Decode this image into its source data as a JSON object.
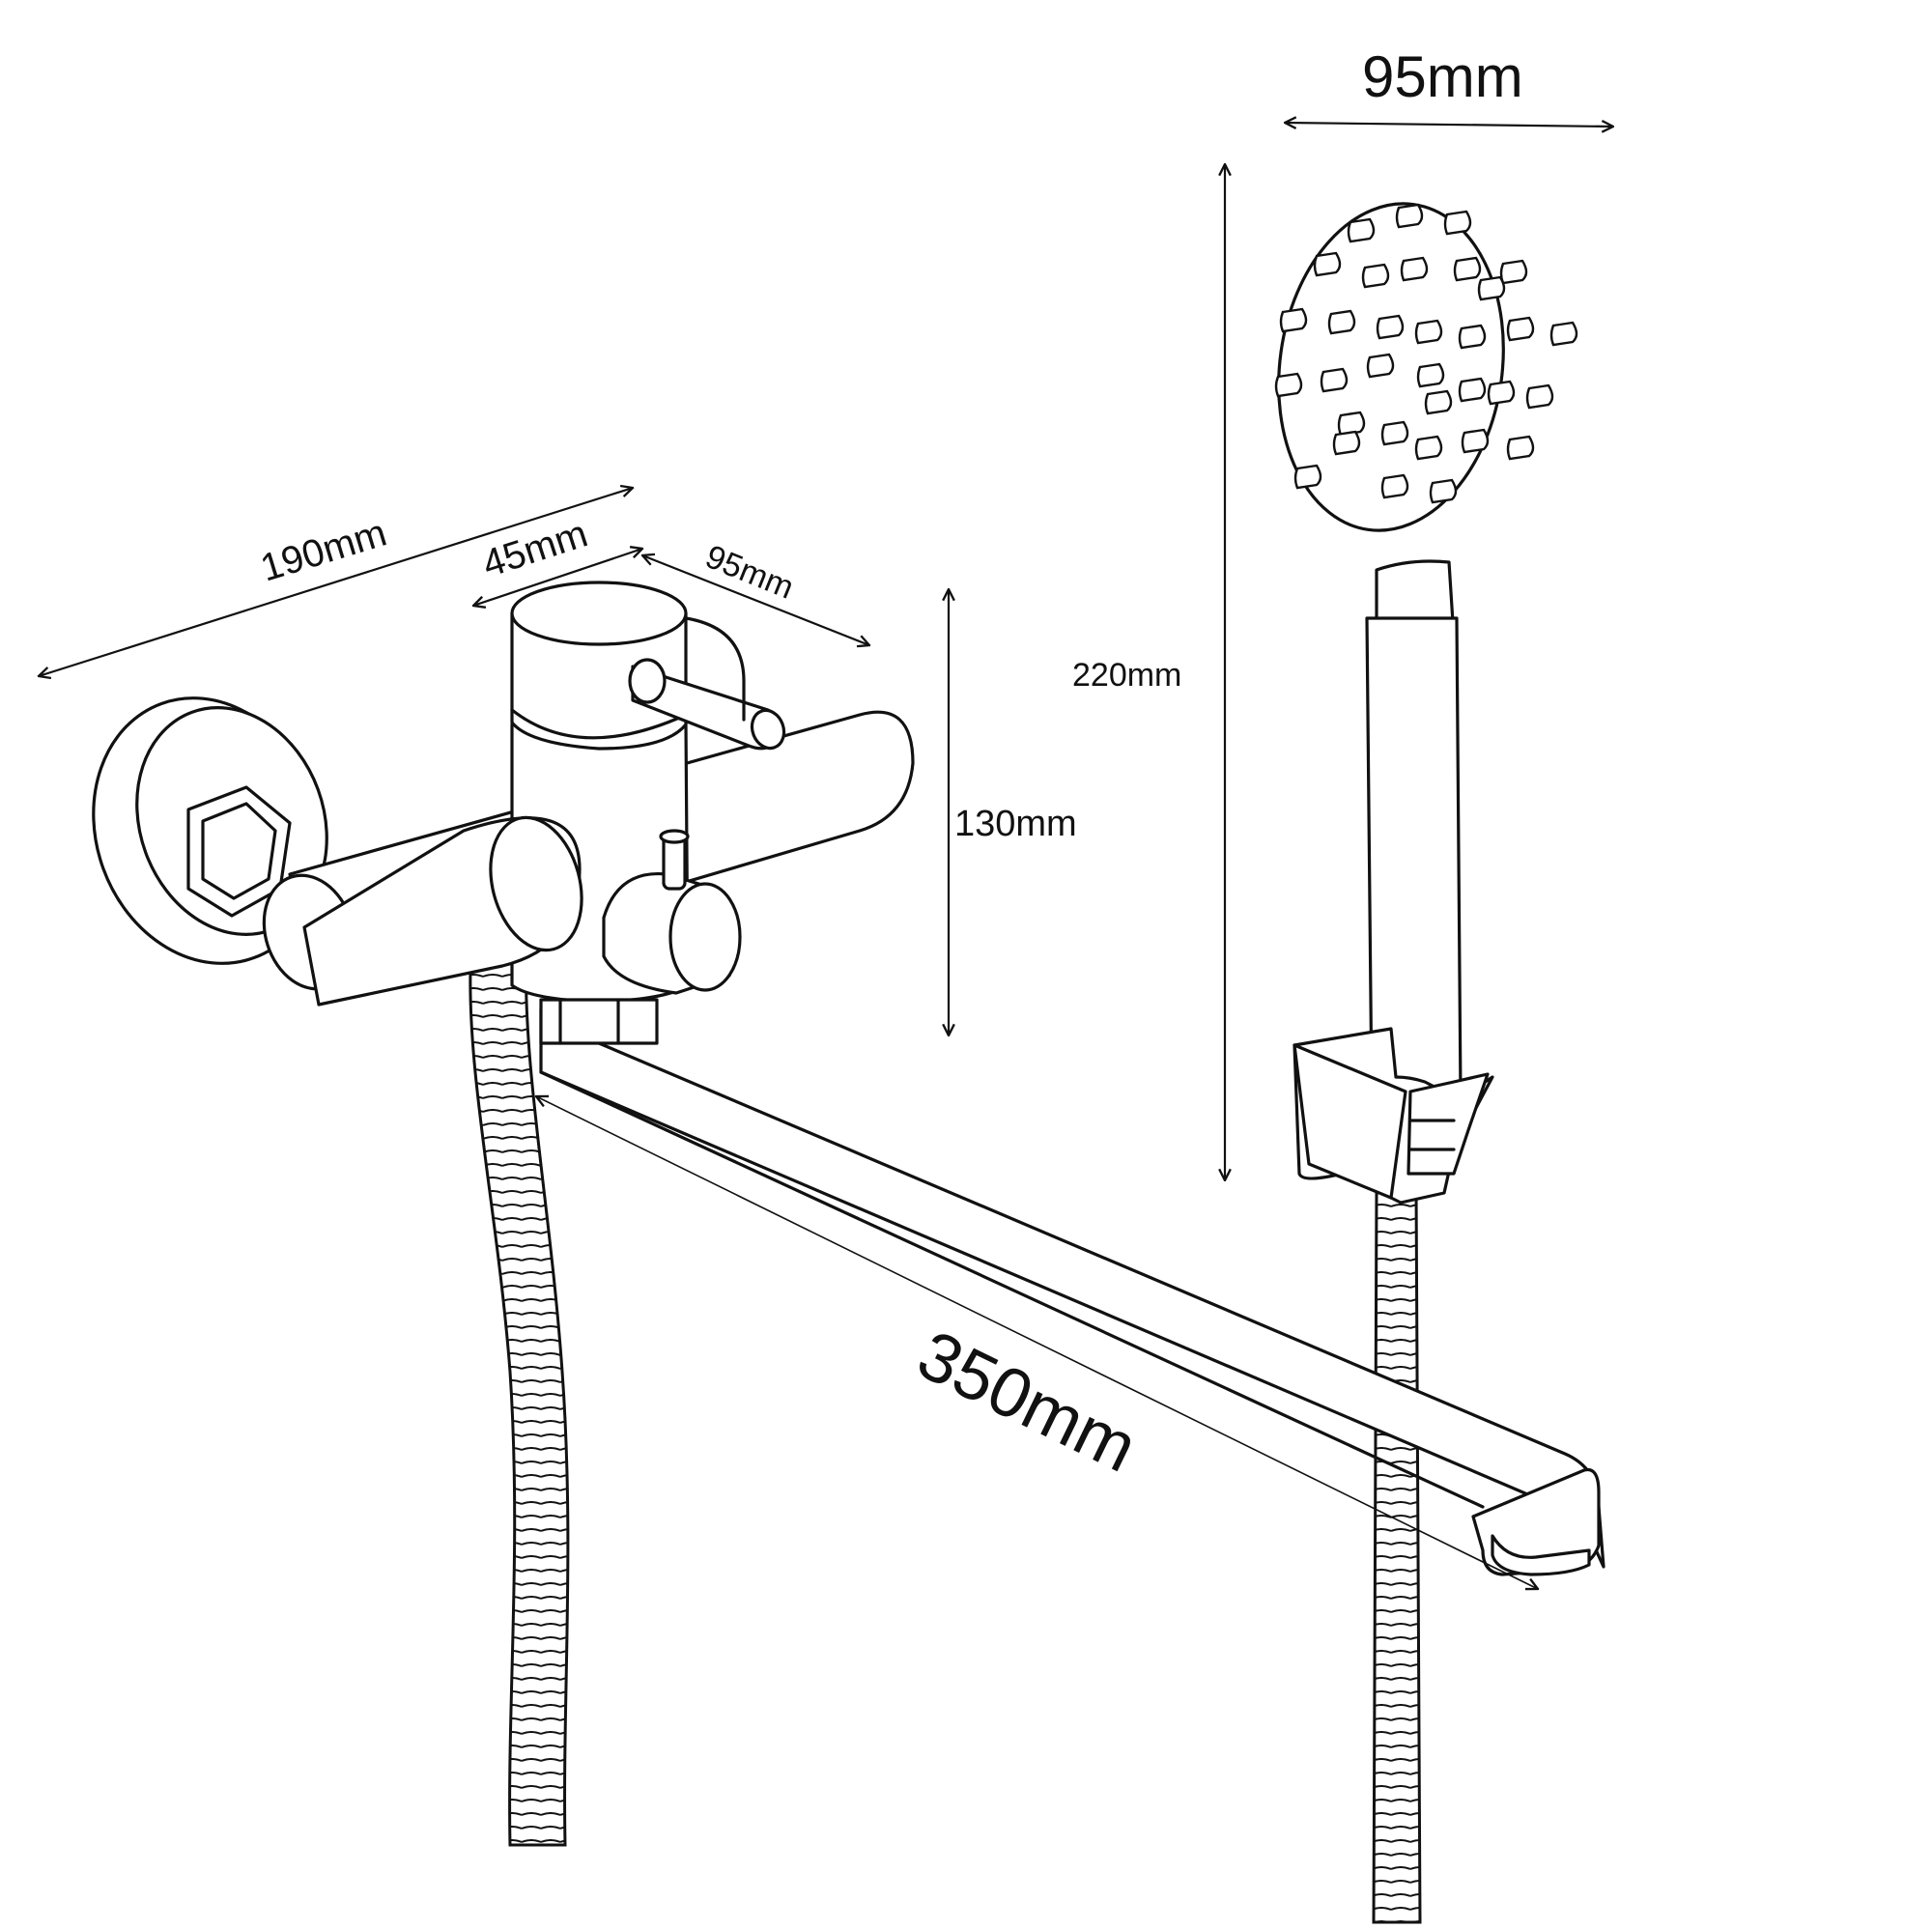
{
  "dimensions": {
    "faucet_length": "190mm",
    "body_diameter": "45mm",
    "handle_length": "95mm",
    "faucet_height": "130mm",
    "spout_length": "350mm",
    "shower_head_width": "95mm",
    "shower_height": "220mm"
  },
  "colors": {
    "line": "#111111",
    "background": "#ffffff"
  }
}
